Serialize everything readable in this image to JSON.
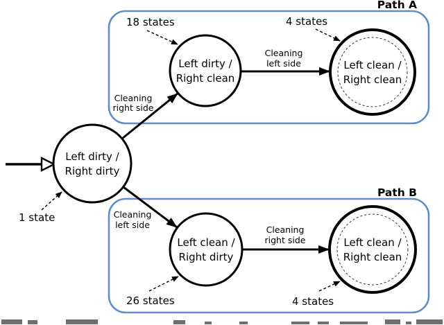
{
  "colors": {
    "box_border": "#5b8fc9",
    "path_label": "#2d5c87",
    "ink": "#000000"
  },
  "path_a": {
    "label": "Path A"
  },
  "path_b": {
    "label": "Path B"
  },
  "nodes": {
    "start": {
      "line1": "Left dirty /",
      "line2": "Right dirty"
    },
    "a_mid": {
      "line1": "Left dirty /",
      "line2": "Right clean"
    },
    "a_goal": {
      "line1": "Left clean /",
      "line2": "Right clean"
    },
    "b_mid": {
      "line1": "Left clean /",
      "line2": "Right dirty"
    },
    "b_goal": {
      "line1": "Left clean /",
      "line2": "Right clean"
    }
  },
  "annotations": {
    "start": "1 state",
    "a_mid": "18 states",
    "a_goal": "4 states",
    "b_mid": "26 states",
    "b_goal": "4 states"
  },
  "edges": {
    "start_a_mid": {
      "line1": "Cleaning",
      "line2": "right side"
    },
    "a_mid_a_goal": {
      "line1": "Cleaning",
      "line2": "left side"
    },
    "start_b_mid": {
      "line1": "Cleaning",
      "line2": "left side"
    },
    "b_mid_b_goal": {
      "line1": "Cleaning",
      "line2": "right side"
    }
  }
}
